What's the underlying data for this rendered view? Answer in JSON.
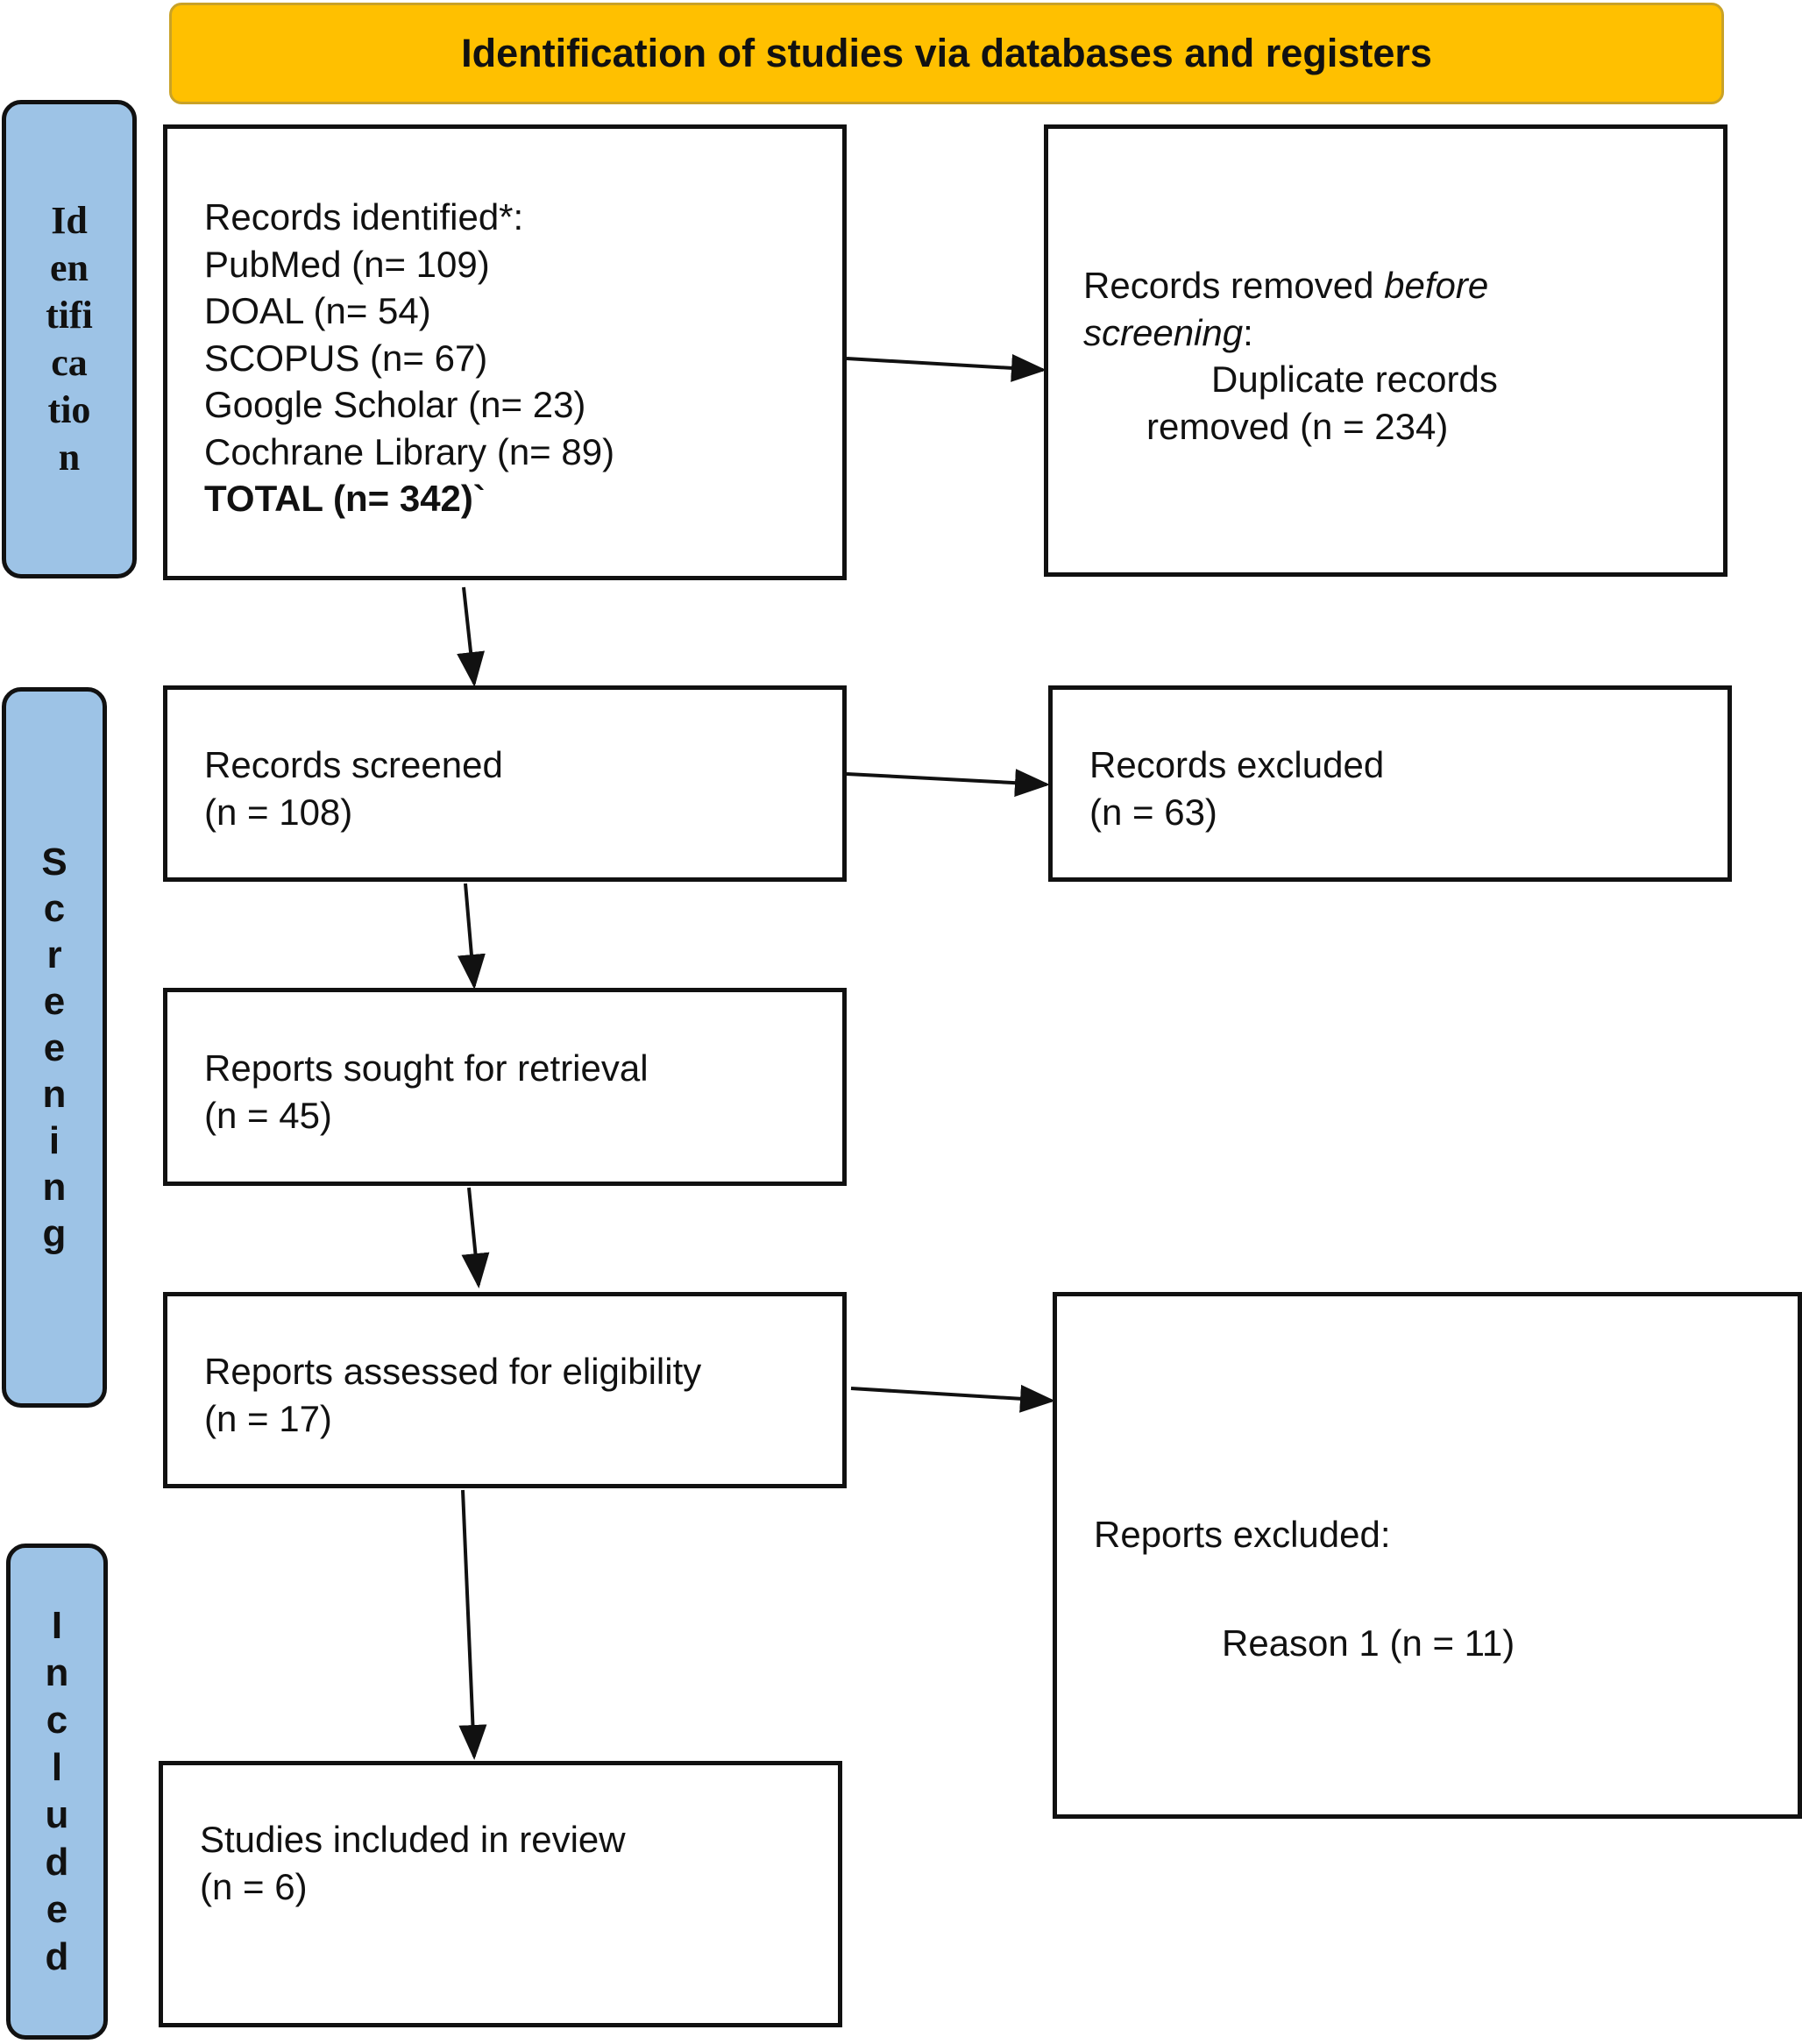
{
  "header": {
    "title": "Identification of studies via databases and registers"
  },
  "phases": {
    "identification": [
      "Id",
      "en",
      "tifi",
      "ca",
      "tio",
      "n"
    ],
    "screening": [
      "S",
      "c",
      "r",
      "e",
      "e",
      "n",
      "i",
      "n",
      "g"
    ],
    "included": [
      "I",
      "n",
      "c",
      "l",
      "u",
      "d",
      "e",
      "d"
    ]
  },
  "records_identified": {
    "heading": "Records identified*:",
    "pubmed": "PubMed (n= 109)",
    "doal": "DOAL  (n= 54)",
    "scopus": "SCOPUS (n= 67)",
    "google_scholar": "Google Scholar  (n= 23)",
    "cochrane": "Cochrane Library (n= 89)",
    "total": "TOTAL (n= 342)`"
  },
  "records_removed": {
    "prefix": "Records removed ",
    "emph": "before",
    "emph2": "screening",
    "colon": ":",
    "line3": "Duplicate records",
    "line4": "removed (n = 234)"
  },
  "records_screened": {
    "label": "Records screened",
    "count": "(n = 108)"
  },
  "records_excluded": {
    "label": "Records excluded",
    "count": "(n = 63)"
  },
  "reports_sought": {
    "label": "Reports sought for retrieval",
    "count": "(n = 45)"
  },
  "reports_assessed": {
    "label": "Reports assessed for eligibility",
    "count": "(n = 17)"
  },
  "reports_excluded": {
    "label": "Reports excluded:",
    "reason1": "Reason 1 (n = 11)"
  },
  "studies_included": {
    "label": "Studies included in review",
    "count": "(n = 6)"
  }
}
